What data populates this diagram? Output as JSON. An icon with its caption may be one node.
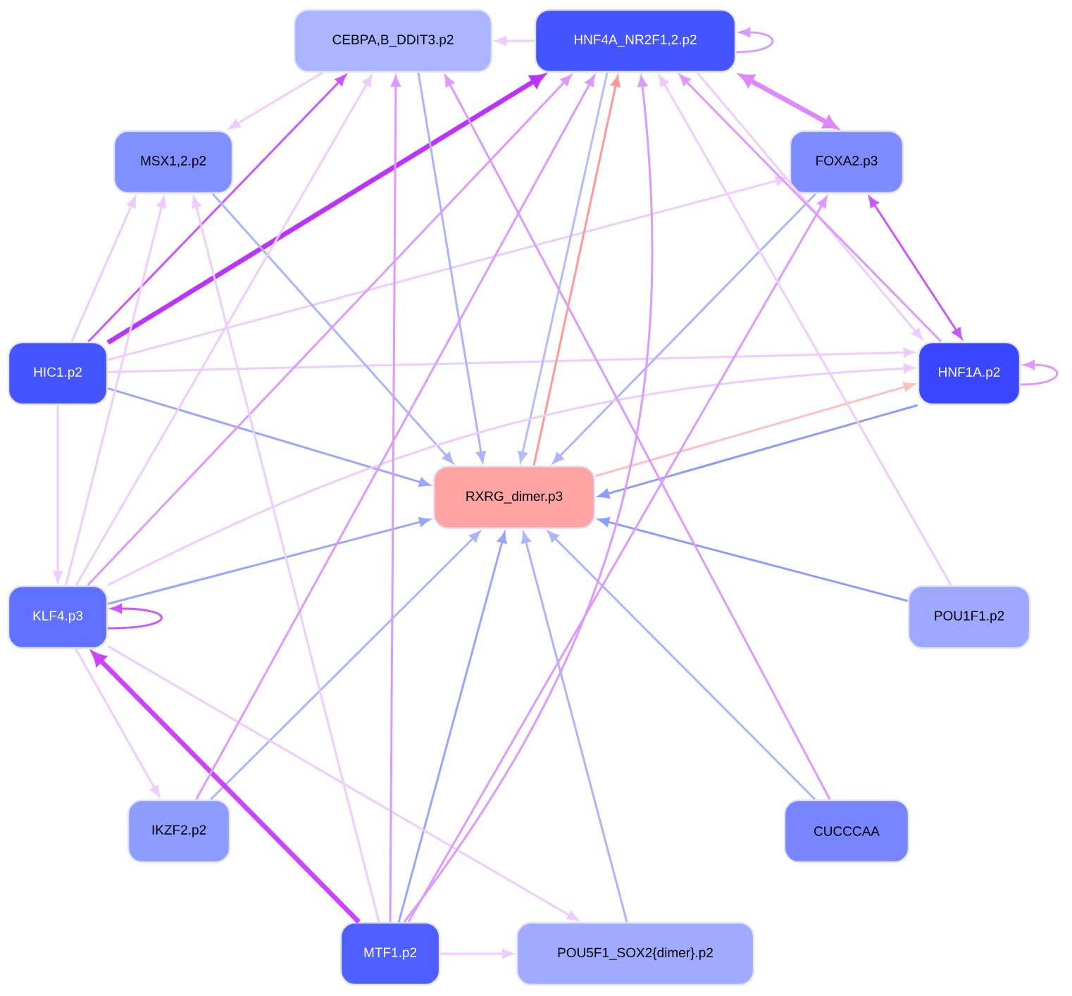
{
  "diagram": {
    "nodes": [
      {
        "text": [
          "CEBPA,B_DDIT3.p2"
        ]
      },
      {
        "text": [
          "HNF4A_NR2F1,2.p2"
        ]
      },
      {
        "text": [
          "MSX1,2.p2"
        ]
      },
      {
        "text": [
          "FOXA2.p3"
        ]
      },
      {
        "text": [
          "HIC1.p2"
        ]
      },
      {
        "text": [
          "HNF1A.p2"
        ]
      },
      {
        "text": [
          "RXRG_dimer.p3"
        ]
      },
      {
        "text": [
          "KLF4.p3"
        ]
      },
      {
        "text": [
          "POU1F1.p2"
        ]
      },
      {
        "text": [
          "IKZF2.p2"
        ]
      },
      {
        "text": [
          "CUCCCAA"
        ]
      },
      {
        "text": [
          "MTF1.p2"
        ]
      },
      {
        "text": [
          "POU5F1_SOX2{dimer}.p2"
        ]
      }
    ],
    "edges": [
      {
        "from": 0,
        "to": 2,
        "arrow": "to"
      },
      {
        "from": 1,
        "to": 0,
        "arrow": "to"
      },
      {
        "from": 4,
        "to": 0,
        "arrow": "to",
        "color": "#cc55ff"
      },
      {
        "from": 4,
        "to": 1,
        "arrow": "to",
        "style": "thick",
        "color": "#bb33ff"
      },
      {
        "from": 4,
        "to": 2,
        "arrow": "to"
      },
      {
        "from": 4,
        "to": 3,
        "arrow": "to"
      },
      {
        "from": 4,
        "to": 5,
        "arrow": "to"
      },
      {
        "from": 4,
        "to": 7,
        "arrow": "to"
      },
      {
        "from": 4,
        "to": 6,
        "arrow": "to",
        "color": "#99a6ff"
      },
      {
        "from": 2,
        "to": 6,
        "arrow": "to",
        "color": "#aab4ff"
      },
      {
        "from": 0,
        "to": 6,
        "arrow": "to",
        "color": "#aab4ff"
      },
      {
        "from": 1,
        "to": 6,
        "arrow": "to",
        "color": "#b3bcff"
      },
      {
        "from": 6,
        "to": 1,
        "arrow": "to",
        "color": "#ff9999"
      },
      {
        "from": 3,
        "to": 6,
        "arrow": "to",
        "color": "#aab4ff"
      },
      {
        "from": 5,
        "to": 6,
        "arrow": "to",
        "color": "#8c9bff"
      },
      {
        "from": 6,
        "to": 5,
        "arrow": "to",
        "color": "#ffc0c0"
      },
      {
        "from": 7,
        "to": 6,
        "arrow": "to",
        "color": "#99a6ff"
      },
      {
        "from": 8,
        "to": 6,
        "arrow": "to",
        "color": "#8c9bff"
      },
      {
        "from": 9,
        "to": 6,
        "arrow": "to",
        "color": "#aab4ff"
      },
      {
        "from": 10,
        "to": 6,
        "arrow": "to",
        "color": "#aab4ff"
      },
      {
        "from": 11,
        "to": 6,
        "arrow": "to",
        "color": "#99a6ff"
      },
      {
        "from": 12,
        "to": 6,
        "arrow": "to",
        "color": "#aab4ff"
      },
      {
        "from": 1,
        "to": 1,
        "arrow": "to",
        "color": "#dd99ff"
      },
      {
        "from": 5,
        "to": 5,
        "arrow": "to",
        "color": "#dd99ff"
      },
      {
        "from": 7,
        "to": 7,
        "arrow": "to",
        "color": "#cc55ff"
      },
      {
        "from": 1,
        "to": 3,
        "arrow": "both",
        "style": "thick",
        "color": "#dd88ff"
      },
      {
        "from": 3,
        "to": 5,
        "arrow": "both",
        "color": "#cc55ff"
      },
      {
        "from": 1,
        "to": 5,
        "arrow": "to"
      },
      {
        "from": 5,
        "to": 1,
        "arrow": "to",
        "color": "#dd99ff"
      },
      {
        "from": 7,
        "to": 2,
        "arrow": "to"
      },
      {
        "from": 7,
        "to": 0,
        "arrow": "to"
      },
      {
        "from": 7,
        "to": 1,
        "arrow": "to",
        "color": "#dd99ff"
      },
      {
        "from": 7,
        "to": 5,
        "arrow": "to"
      },
      {
        "from": 7,
        "to": 9,
        "arrow": "to"
      },
      {
        "from": 7,
        "to": 12,
        "arrow": "to"
      },
      {
        "from": 11,
        "to": 7,
        "arrow": "to",
        "style": "thick",
        "color": "#cc44ff"
      },
      {
        "from": 11,
        "to": 2,
        "arrow": "to"
      },
      {
        "from": 11,
        "to": 0,
        "arrow": "to",
        "color": "#dd99ff"
      },
      {
        "from": 11,
        "to": 1,
        "arrow": "to",
        "color": "#dd99ff"
      },
      {
        "from": 11,
        "to": 3,
        "arrow": "to",
        "color": "#dd99ff"
      },
      {
        "from": 11,
        "to": 12,
        "arrow": "to"
      },
      {
        "from": 9,
        "to": 1,
        "arrow": "to",
        "color": "#dd99ff"
      },
      {
        "from": 10,
        "to": 0,
        "arrow": "to",
        "color": "#dd99ff"
      },
      {
        "from": 8,
        "to": 1,
        "arrow": "to"
      }
    ]
  }
}
